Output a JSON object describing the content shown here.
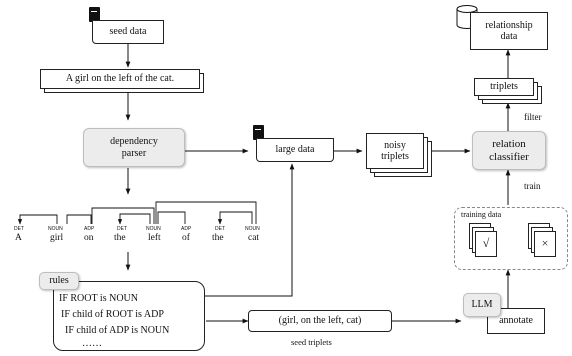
{
  "seed_data": "seed data",
  "example_sentence": "A girl on the left of the cat.",
  "dependency_parser": "dependency\nparser",
  "large_data": "large data",
  "noisy_triplets": "noisy\ntriplets",
  "relation_classifier": "relation\nclassifier",
  "triplets": "triplets",
  "relationship_data": "relationship\ndata",
  "filter": "filter",
  "train": "train",
  "training_data": "training data",
  "check_mark": "√",
  "cross_mark": "×",
  "llm": "LLM",
  "annotate": "annotate",
  "seed_triplet_value": "(girl, on the left, cat)",
  "seed_triplets": "seed triplets",
  "rules": {
    "title": "rules",
    "lines": [
      "IF ROOT is NOUN",
      "IF child of ROOT is ADP",
      "IF child of ADP is NOUN",
      "……"
    ]
  },
  "tokens": [
    {
      "tag": "DET",
      "word": "A"
    },
    {
      "tag": "NOUN",
      "word": "girl"
    },
    {
      "tag": "ADP",
      "word": "on"
    },
    {
      "tag": "DET",
      "word": "the"
    },
    {
      "tag": "NOUN",
      "word": "left"
    },
    {
      "tag": "ADP",
      "word": "of"
    },
    {
      "tag": "DET",
      "word": "the"
    },
    {
      "tag": "NOUN",
      "word": "cat"
    }
  ]
}
